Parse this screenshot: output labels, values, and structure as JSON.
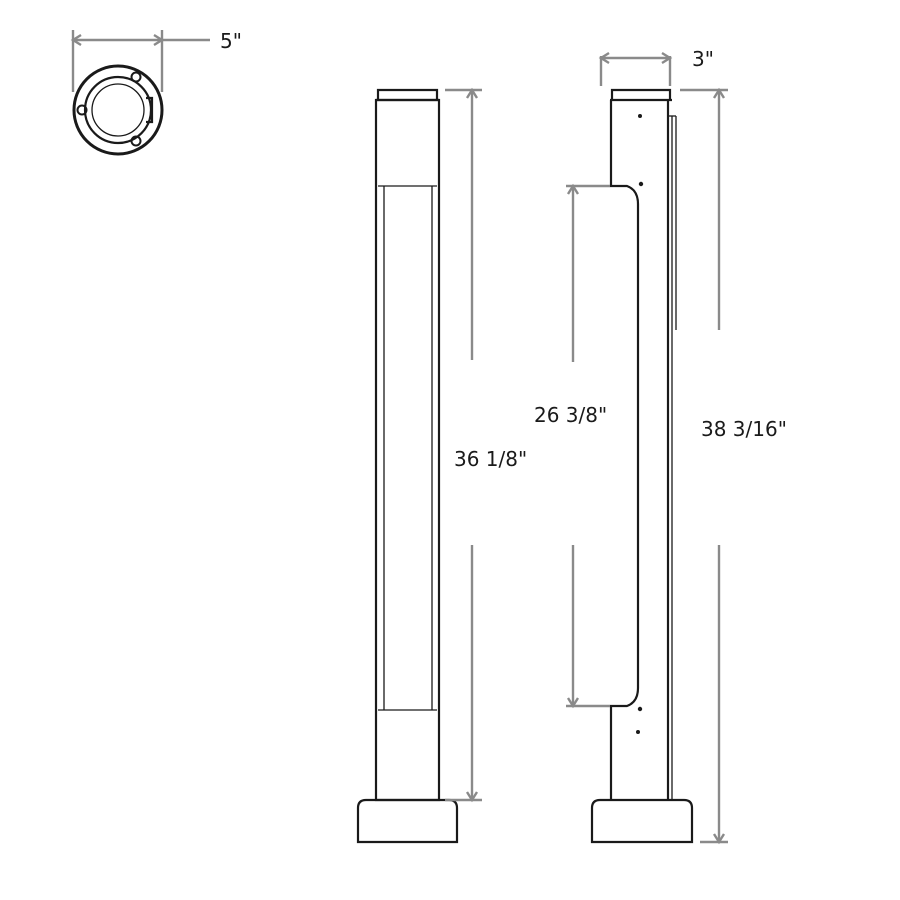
{
  "dimensions": {
    "base_diameter": "5\"",
    "depth": "3\"",
    "lens_height": "36 1/8\"",
    "cutout_height": "26 3/8\"",
    "total_height": "38 3/16\""
  },
  "colors": {
    "line": "#1a1a1a",
    "dimension_line": "#8a8a8a",
    "background": "#ffffff"
  }
}
